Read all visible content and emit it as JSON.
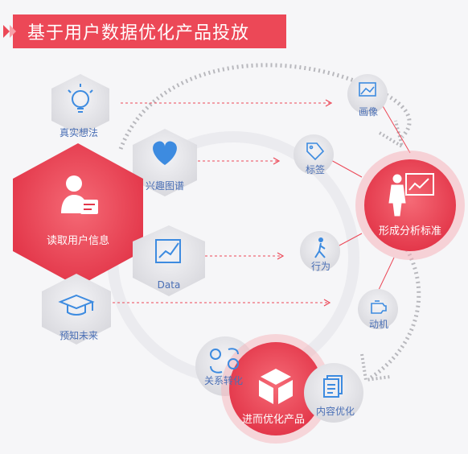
{
  "title": "基于用户数据优化产品投放",
  "nodes": {
    "real_idea": "真实想法",
    "interest_graph": "兴趣图谱",
    "read_user_info": "读取用户信息",
    "data": "Data",
    "predict_future": "预知未来",
    "portrait": "画像",
    "tag": "标签",
    "form_standard": "形成分析标准",
    "behavior": "行为",
    "motive": "动机",
    "relation_convert": "关系转化",
    "improve_product": "进而优化产品",
    "content_optimize": "内容优化"
  },
  "colors": {
    "accent": "#ec4857",
    "icon_blue": "#3d8be0",
    "hex_gray": "#e6e6ea"
  }
}
